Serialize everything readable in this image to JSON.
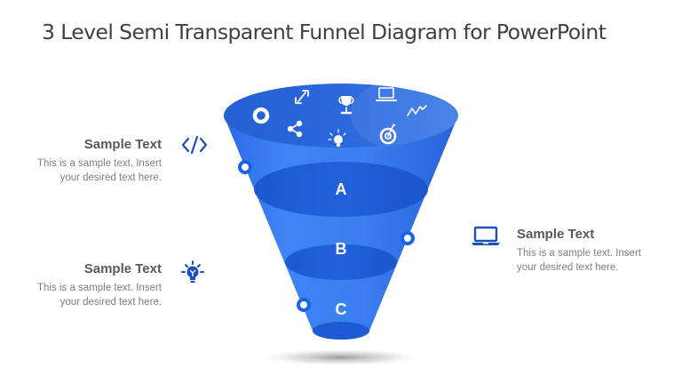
{
  "slide": {
    "title": "3 Level Semi Transparent Funnel Diagram for PowerPoint"
  },
  "colors": {
    "funnel_light": "#3f82f2",
    "funnel_mid": "#2f6fe6",
    "funnel_dark": "#1c5bd6",
    "icon_accent": "#1c4fb8",
    "heading": "#595959",
    "body_text": "#7f7f7f",
    "title_text": "#404040"
  },
  "funnel": {
    "levels": [
      {
        "label": "A"
      },
      {
        "label": "B"
      },
      {
        "label": "C"
      }
    ],
    "top_icons": [
      "pie-chart-icon",
      "share-icon",
      "expand-icon",
      "lightbulb-icon",
      "trophy-icon",
      "laptop-icon",
      "target-icon",
      "line-graph-icon"
    ]
  },
  "callouts": [
    {
      "heading": "Sample Text",
      "body": "This is a sample  text. Insert your desired text here.",
      "icon": "code-icon",
      "side": "left"
    },
    {
      "heading": "Sample Text",
      "body": "This is a sample  text. Insert your desired text here.",
      "icon": "lightbulb-icon",
      "side": "left"
    },
    {
      "heading": "Sample Text",
      "body": "This is a sample  text. Insert your desired text here.",
      "icon": "laptop-icon",
      "side": "right"
    }
  ]
}
